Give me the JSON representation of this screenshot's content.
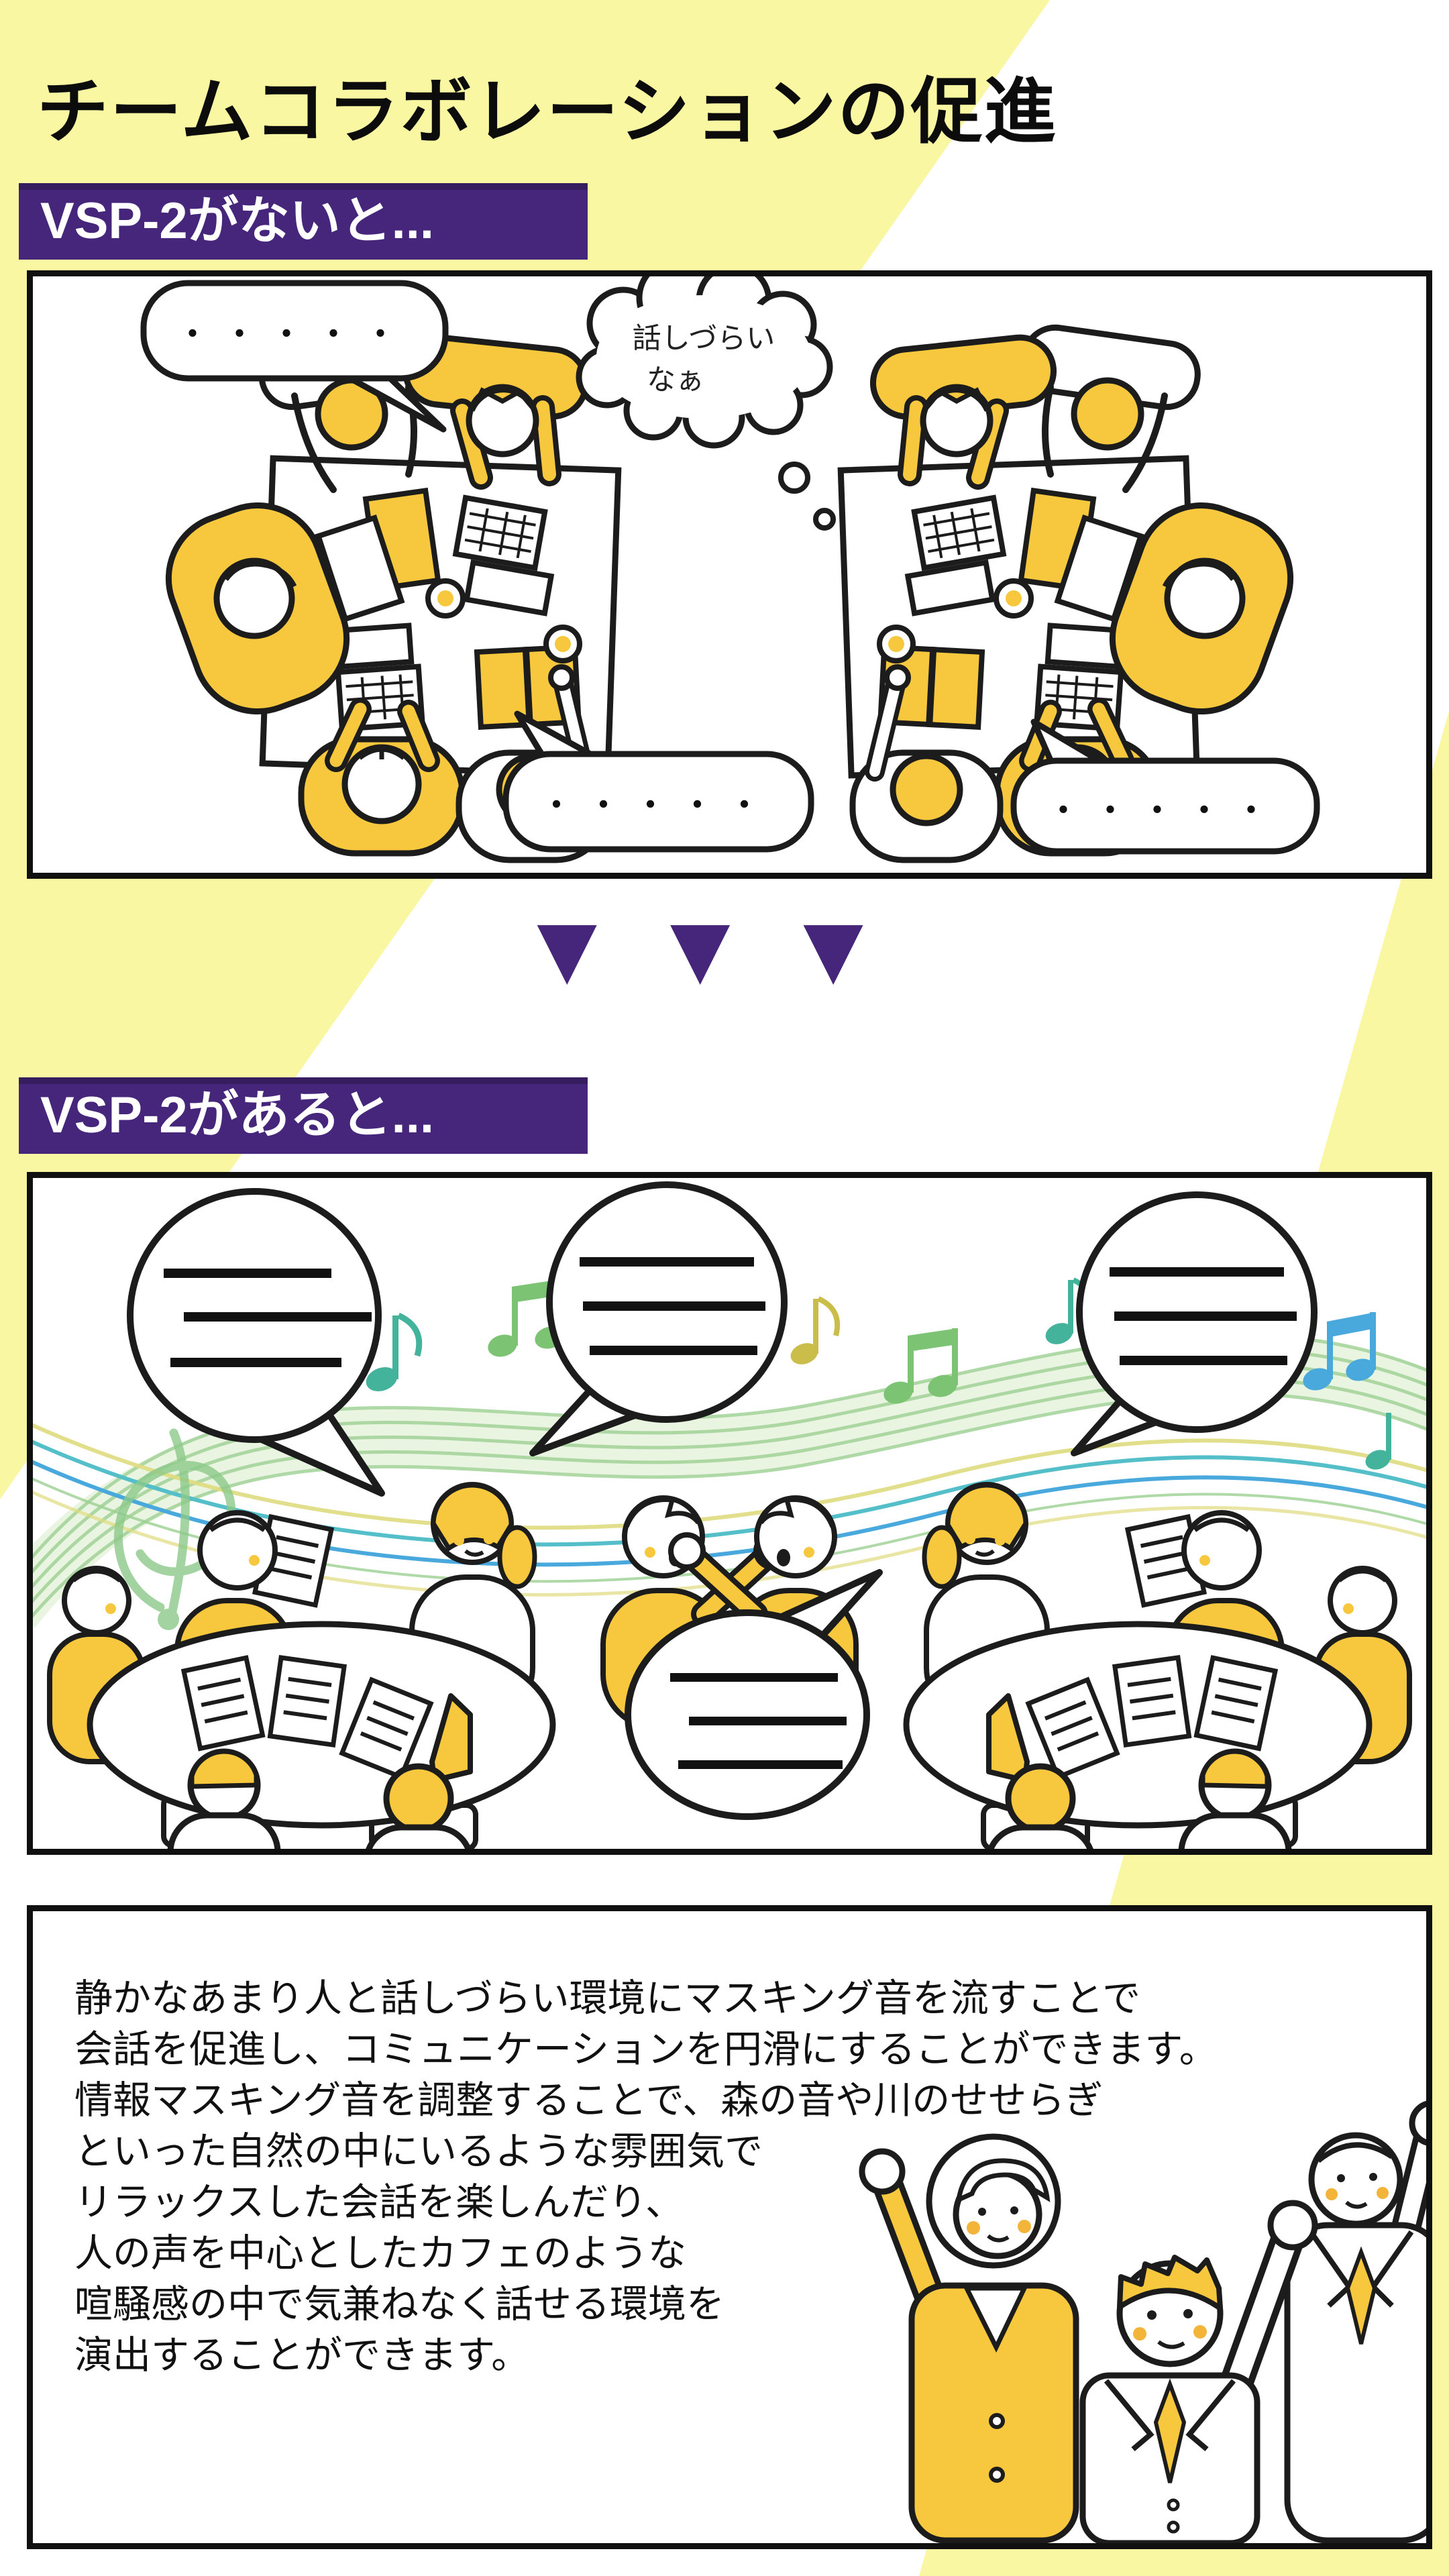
{
  "page": {
    "title": "チームコラボレーションの促進",
    "colors": {
      "accent_purple": "#45267b",
      "background_yellow": "#f9f7a2",
      "illustration_yellow": "#f7c83d",
      "music_green": "#9ccf92",
      "music_teal": "#54bfc9",
      "music_blue": "#4aa9dc",
      "ink": "#111111"
    }
  },
  "section_without": {
    "banner_label": "VSP-2がないと...",
    "top_bubble_dots": "・・・・・",
    "thought_bubble": {
      "line1": "話しづらい",
      "line2": "なぁ"
    },
    "bottom_left_bubble_dots": "・・・・・",
    "bottom_right_bubble_dots": "・・・・・"
  },
  "transition": {
    "arrows": [
      "▼",
      "▼",
      "▼"
    ]
  },
  "section_with": {
    "banner_label": "VSP-2があると..."
  },
  "description": {
    "lines": [
      "静かなあまり人と話しづらい環境にマスキング音を流すことで",
      "会話を促進し、コミュニケーションを円滑にすることができます。",
      "情報マスキング音を調整することで、森の音や川のせせらぎ",
      "といった自然の中にいるような雰囲気で",
      "リラックスした会話を楽しんだり、",
      "人の声を中心としたカフェのような",
      "喧騒感の中で気兼ねなく話せる環境を",
      "演出することができます。"
    ]
  }
}
